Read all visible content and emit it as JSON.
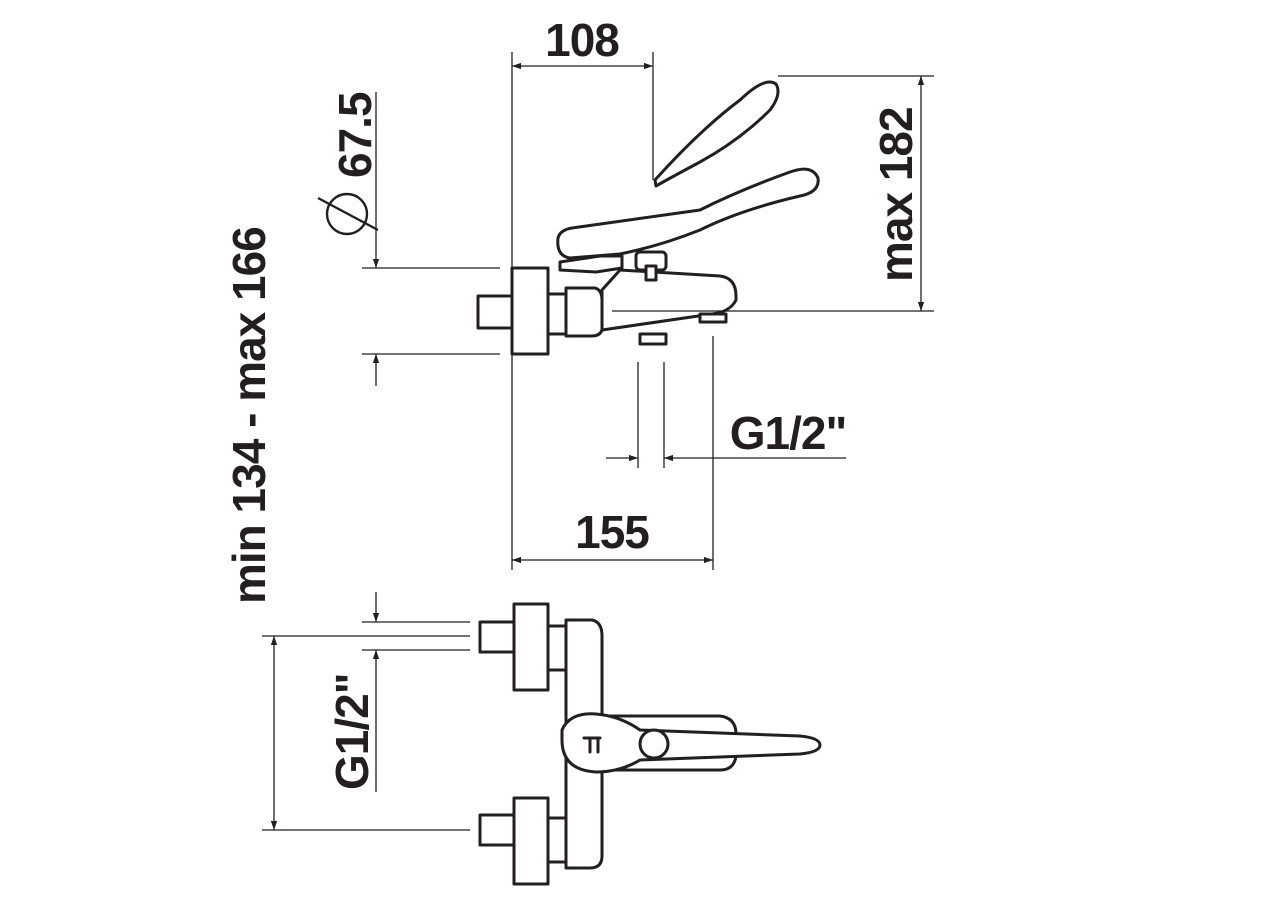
{
  "dimensions": {
    "width_108": "108",
    "diameter": "67.5",
    "max_height": "max 182",
    "outlet_thread": "G1/2\"",
    "depth_155": "155",
    "inlet_spacing": "min 134 - max 166",
    "inlet_thread": "G1/2\""
  },
  "colors": {
    "line": "#231f20",
    "background": "#ffffff"
  },
  "icons": {
    "diameter_symbol": "diameter-icon"
  }
}
